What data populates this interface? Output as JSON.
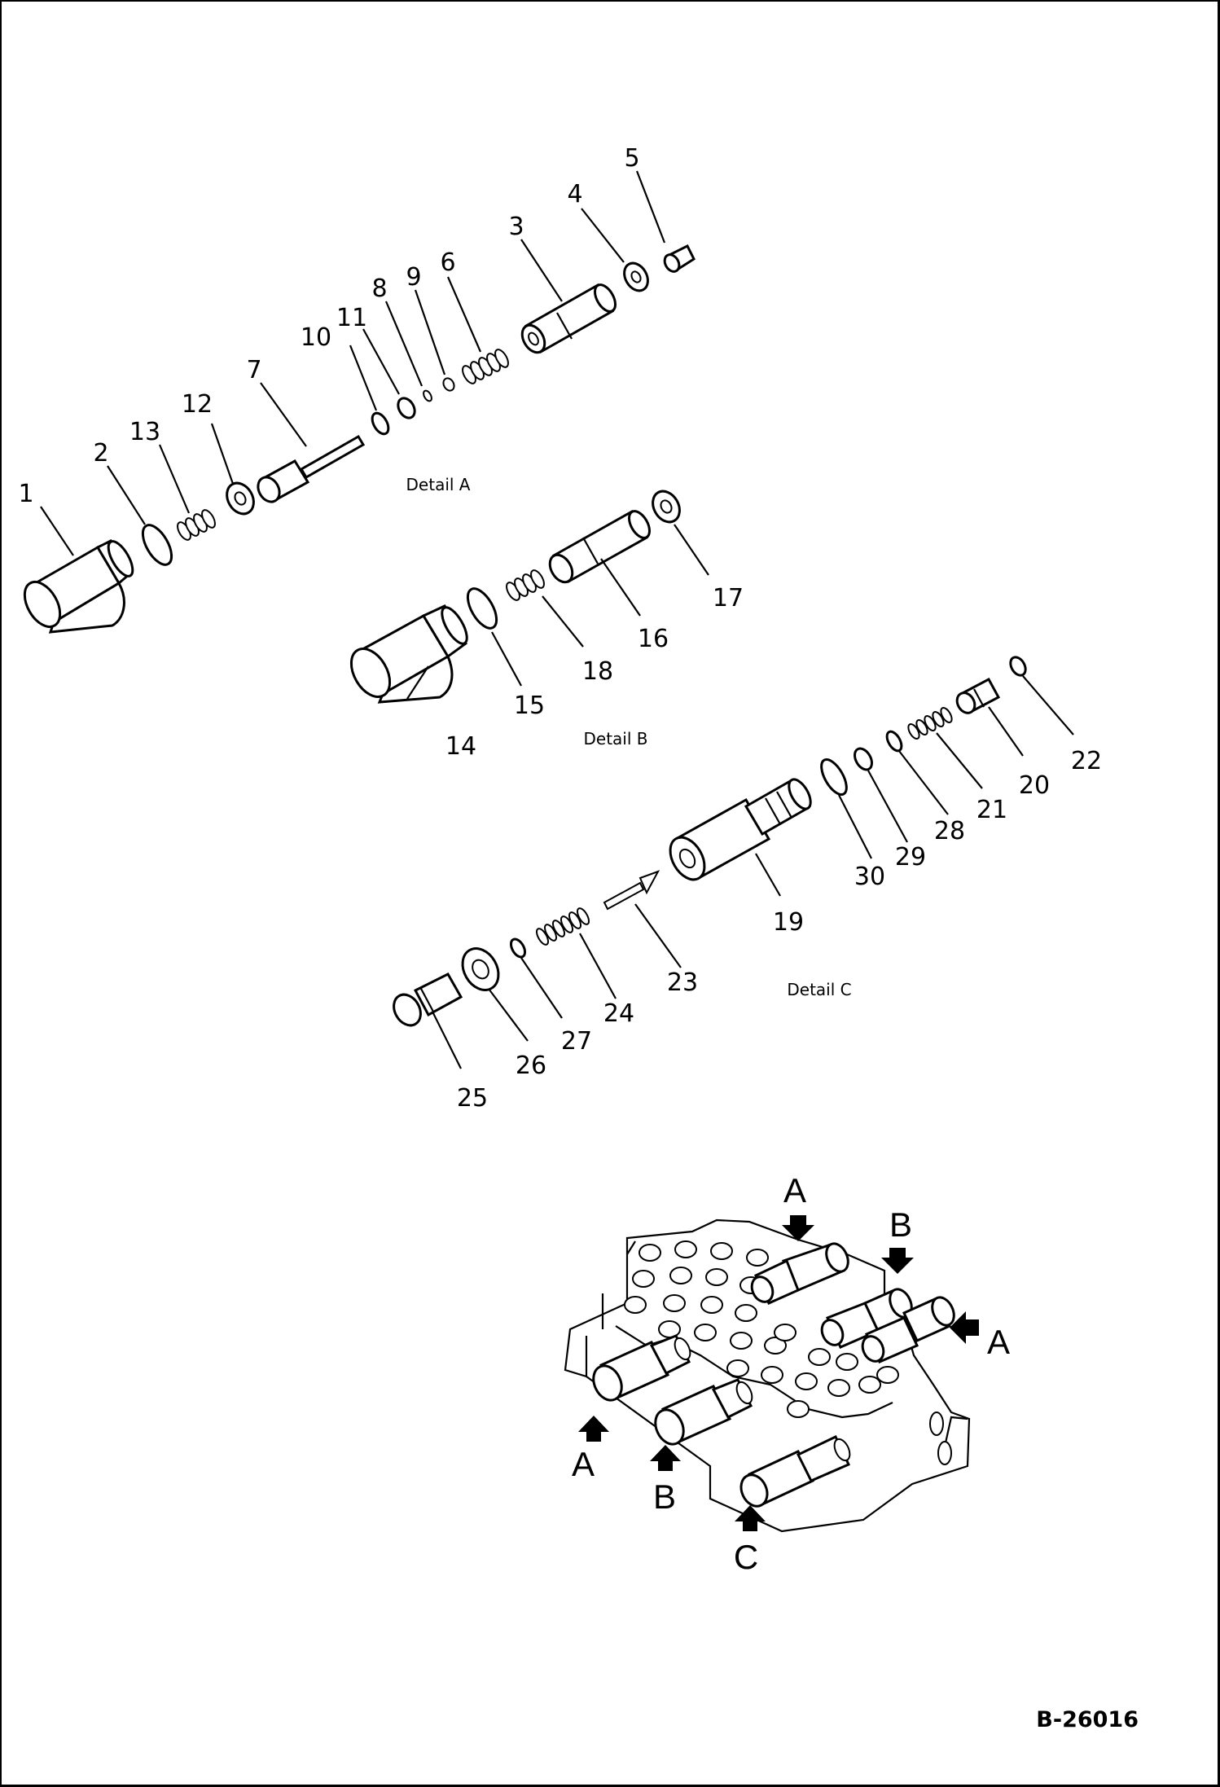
{
  "drawing_code": "B-26016",
  "details": {
    "a": "Detail A",
    "b": "Detail B",
    "c": "Detail C"
  },
  "callouts": [
    "1",
    "2",
    "3",
    "4",
    "5",
    "6",
    "7",
    "8",
    "9",
    "10",
    "11",
    "12",
    "13",
    "14",
    "15",
    "16",
    "17",
    "18",
    "19",
    "20",
    "21",
    "22",
    "23",
    "24",
    "25",
    "26",
    "27",
    "28",
    "29",
    "30"
  ],
  "view_arrows": {
    "a_top": "A",
    "b_top": "B",
    "a_right": "A",
    "a_left": "A",
    "b_bottom": "B",
    "c_bottom": "C"
  }
}
